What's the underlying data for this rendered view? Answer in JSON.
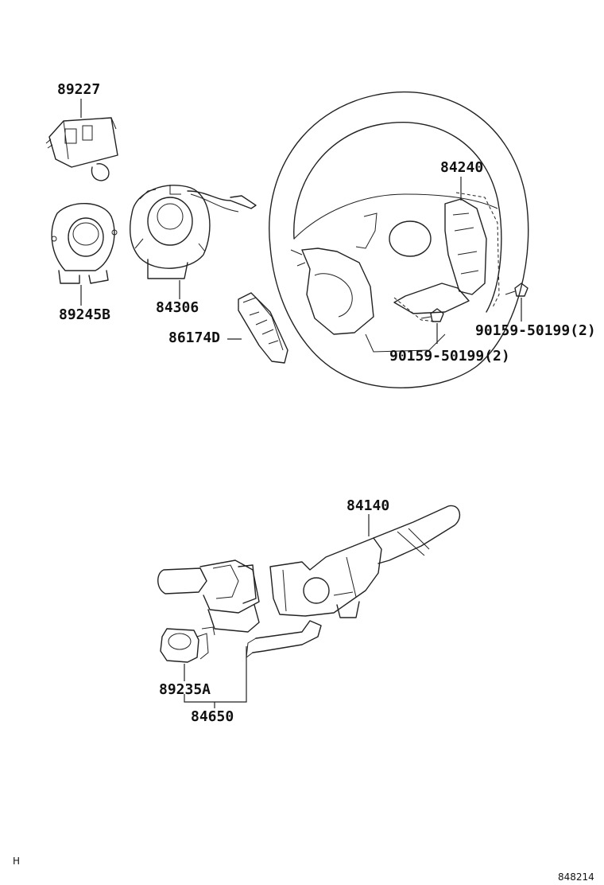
{
  "labels": {
    "p89227": "89227",
    "p89245b": "89245B",
    "p84306": "84306",
    "p86174d": "86174D",
    "p84240": "84240",
    "p90159_upper": "90159-50199(2)",
    "p90159_lower": "90159-50199(2)",
    "p84140": "84140",
    "p89235a": "89235A",
    "p84650": "84650"
  },
  "footer": {
    "left_mark": "H",
    "diagram_code": "848214"
  }
}
